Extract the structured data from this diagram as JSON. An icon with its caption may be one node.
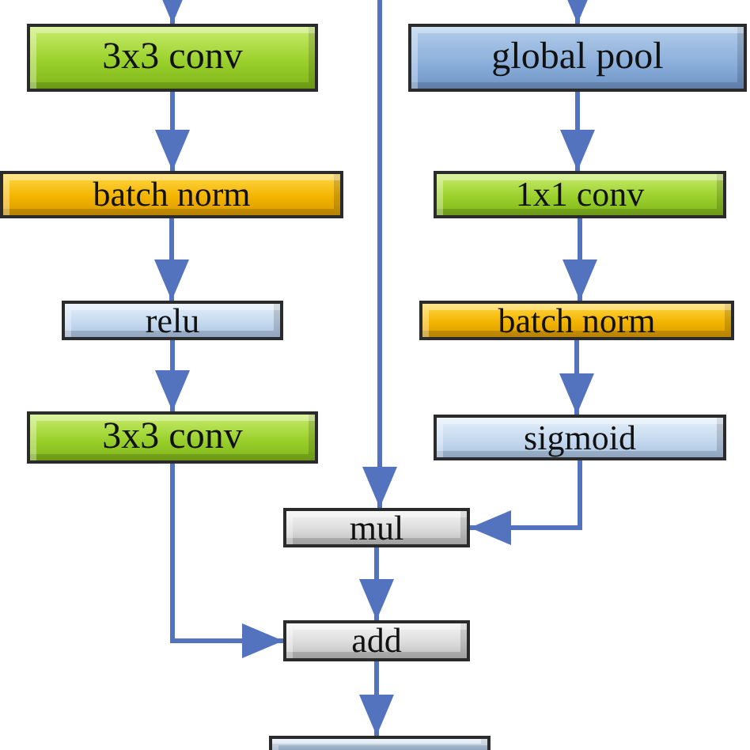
{
  "diagram": {
    "nodes": [
      {
        "text": [
          "3x3 conv"
        ]
      },
      {
        "text": [
          "global pool"
        ]
      },
      {
        "text": [
          "batch norm"
        ]
      },
      {
        "text": [
          "1x1 conv"
        ]
      },
      {
        "text": [
          "relu"
        ]
      },
      {
        "text": [
          "batch norm"
        ]
      },
      {
        "text": [
          "3x3 conv"
        ]
      },
      {
        "text": [
          "sigmoid"
        ]
      },
      {
        "text": [
          "mul"
        ]
      },
      {
        "text": [
          "add"
        ]
      },
      {
        "text": [],
        "shape": "box"
      }
    ],
    "edges": [
      {
        "from": null,
        "to": 0,
        "arrow": "to"
      },
      {
        "from": null,
        "to": 1,
        "arrow": "to"
      },
      {
        "from": null,
        "to": 8,
        "arrow": "to"
      },
      {
        "from": 0,
        "to": 2,
        "arrow": "to"
      },
      {
        "from": 2,
        "to": 4,
        "arrow": "to"
      },
      {
        "from": 4,
        "to": 6,
        "arrow": "to"
      },
      {
        "from": 1,
        "to": 3,
        "arrow": "to"
      },
      {
        "from": 3,
        "to": 5,
        "arrow": "to"
      },
      {
        "from": 5,
        "to": 7,
        "arrow": "to"
      },
      {
        "from": 7,
        "to": 8,
        "arrow": "to"
      },
      {
        "from": 6,
        "to": 9,
        "arrow": "to"
      },
      {
        "from": 8,
        "to": 9,
        "arrow": "to"
      },
      {
        "from": 9,
        "to": 10,
        "arrow": "to"
      }
    ]
  }
}
